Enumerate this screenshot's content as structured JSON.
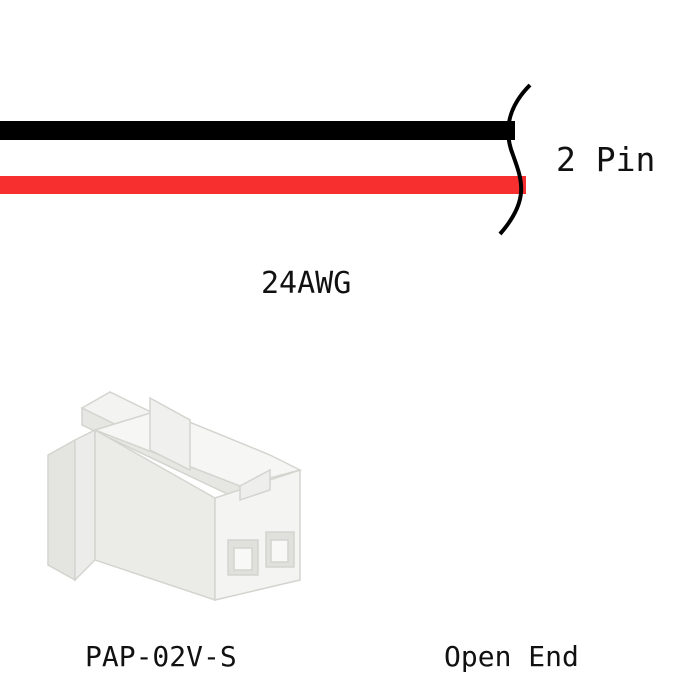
{
  "wires": {
    "pin_count_label": "2 Pin",
    "gauge_label": "24AWG",
    "colors": {
      "wire1": "#000000",
      "wire2": "#f72f2f"
    }
  },
  "ends": {
    "connector_label": "PAP-02V-S",
    "open_end_label": "Open End"
  }
}
